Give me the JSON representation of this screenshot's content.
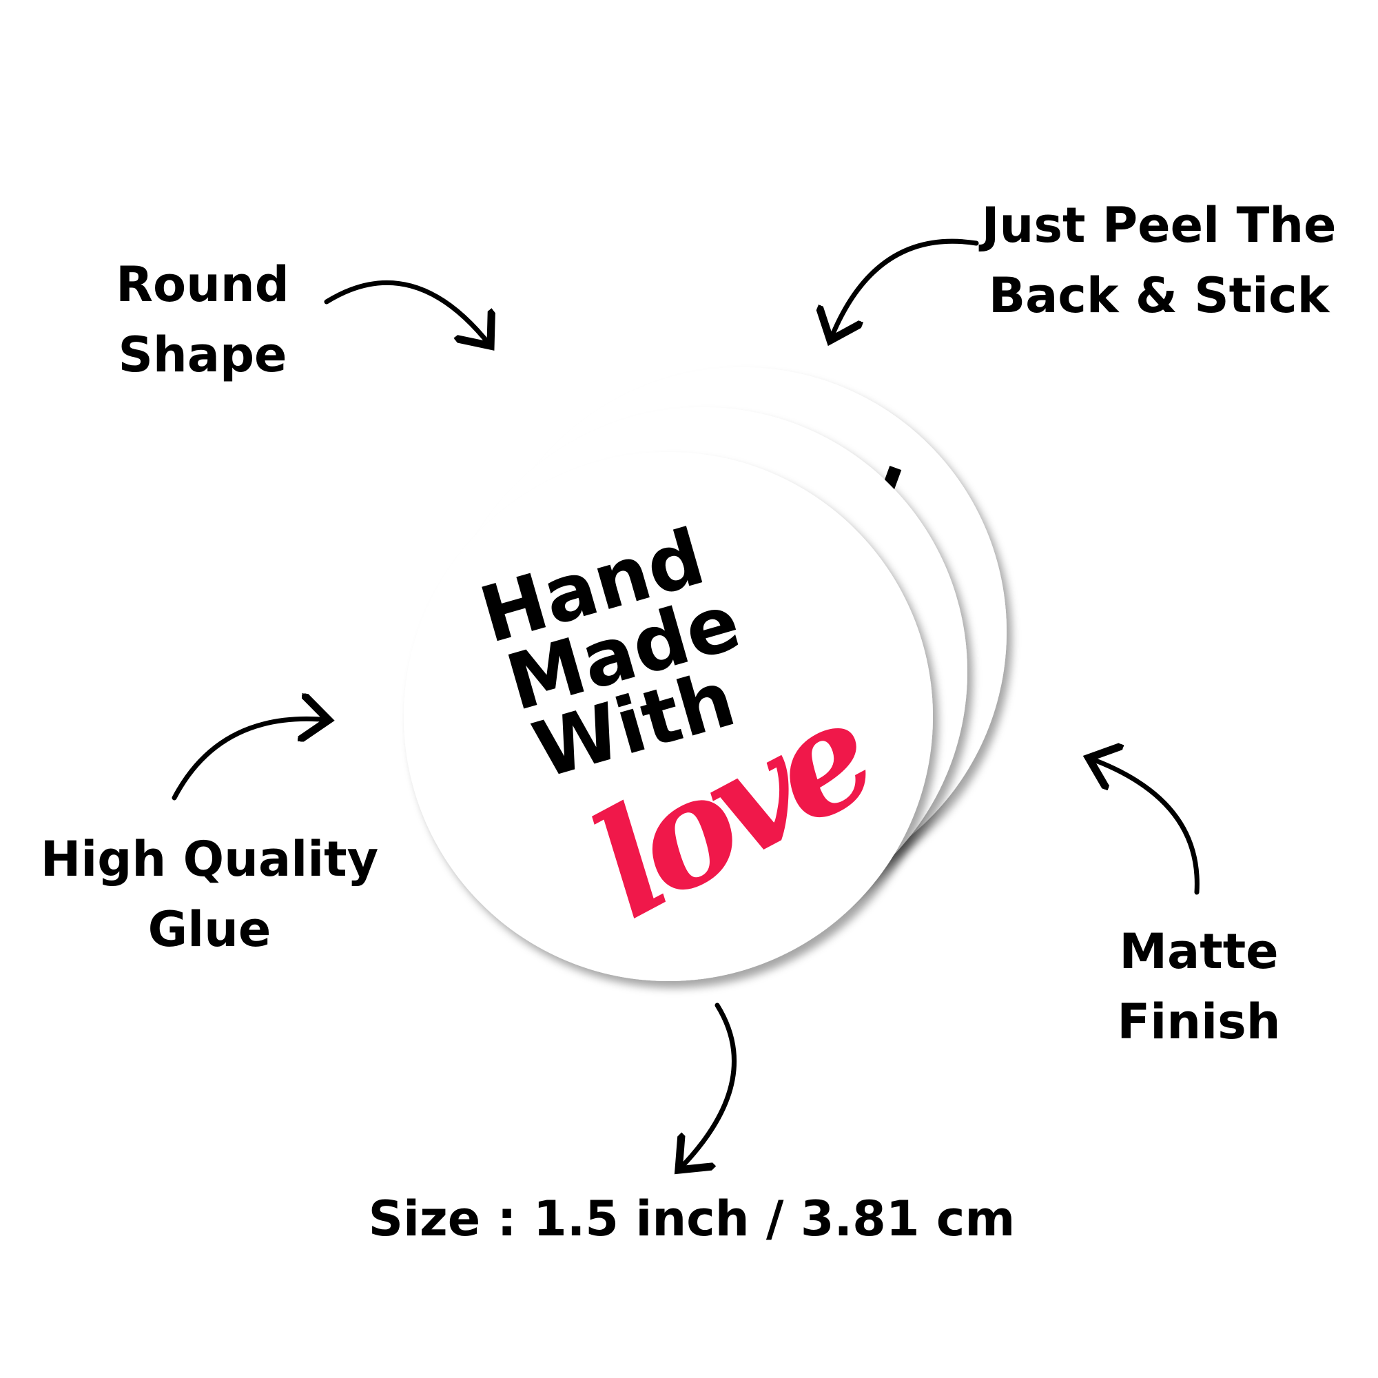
{
  "features": {
    "round_shape": [
      "Round",
      "Shape"
    ],
    "peel_stick": [
      "Just Peel The",
      "Back & Stick"
    ],
    "glue": [
      "High Quality",
      "Glue"
    ],
    "finish": [
      "Matte",
      "Finish"
    ],
    "size": "Size : 1.5 inch / 3.81 cm"
  },
  "sticker": {
    "lines": [
      "Hand",
      "Made",
      "With"
    ],
    "script_word": "love",
    "script_color": "#f0184a",
    "text_color": "#000000"
  }
}
